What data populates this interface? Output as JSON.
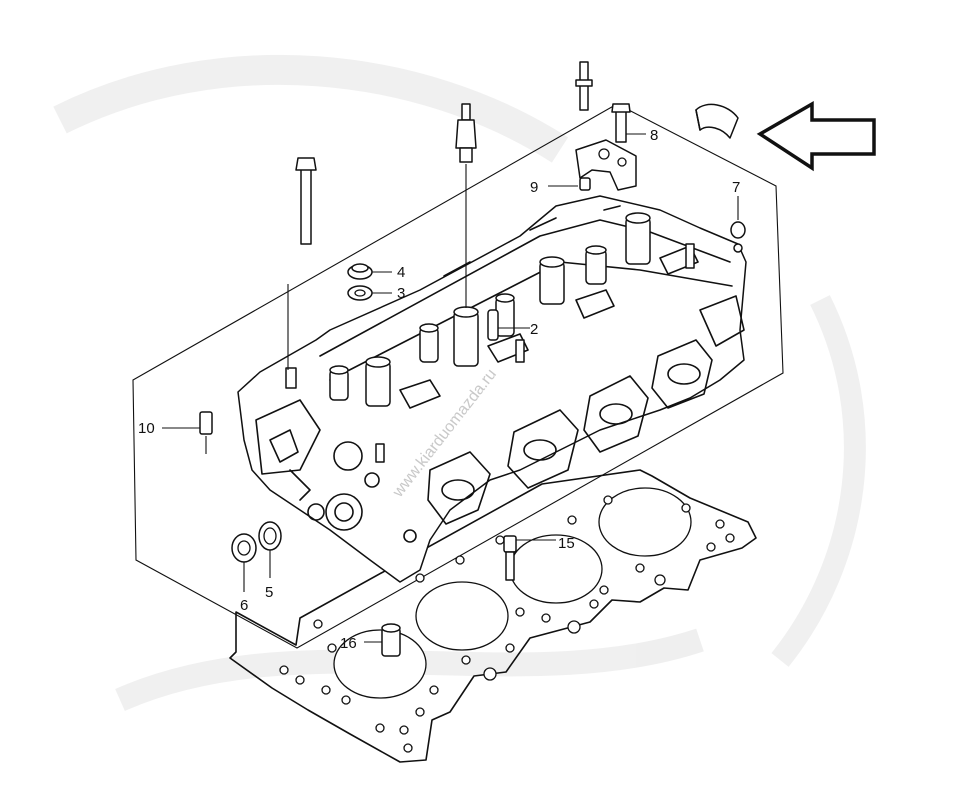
{
  "callouts": [
    {
      "id": "c2",
      "label": "2"
    },
    {
      "id": "c3",
      "label": "3"
    },
    {
      "id": "c4",
      "label": "4"
    },
    {
      "id": "c5",
      "label": "5"
    },
    {
      "id": "c6",
      "label": "6"
    },
    {
      "id": "c7",
      "label": "7"
    },
    {
      "id": "c8",
      "label": "8"
    },
    {
      "id": "c9",
      "label": "9"
    },
    {
      "id": "c10",
      "label": "10"
    },
    {
      "id": "c15",
      "label": "15"
    },
    {
      "id": "c16",
      "label": "16"
    }
  ],
  "watermark": "www.kiarduomazda.ru",
  "colors": {
    "line": "#111111",
    "background": "#ffffff"
  }
}
